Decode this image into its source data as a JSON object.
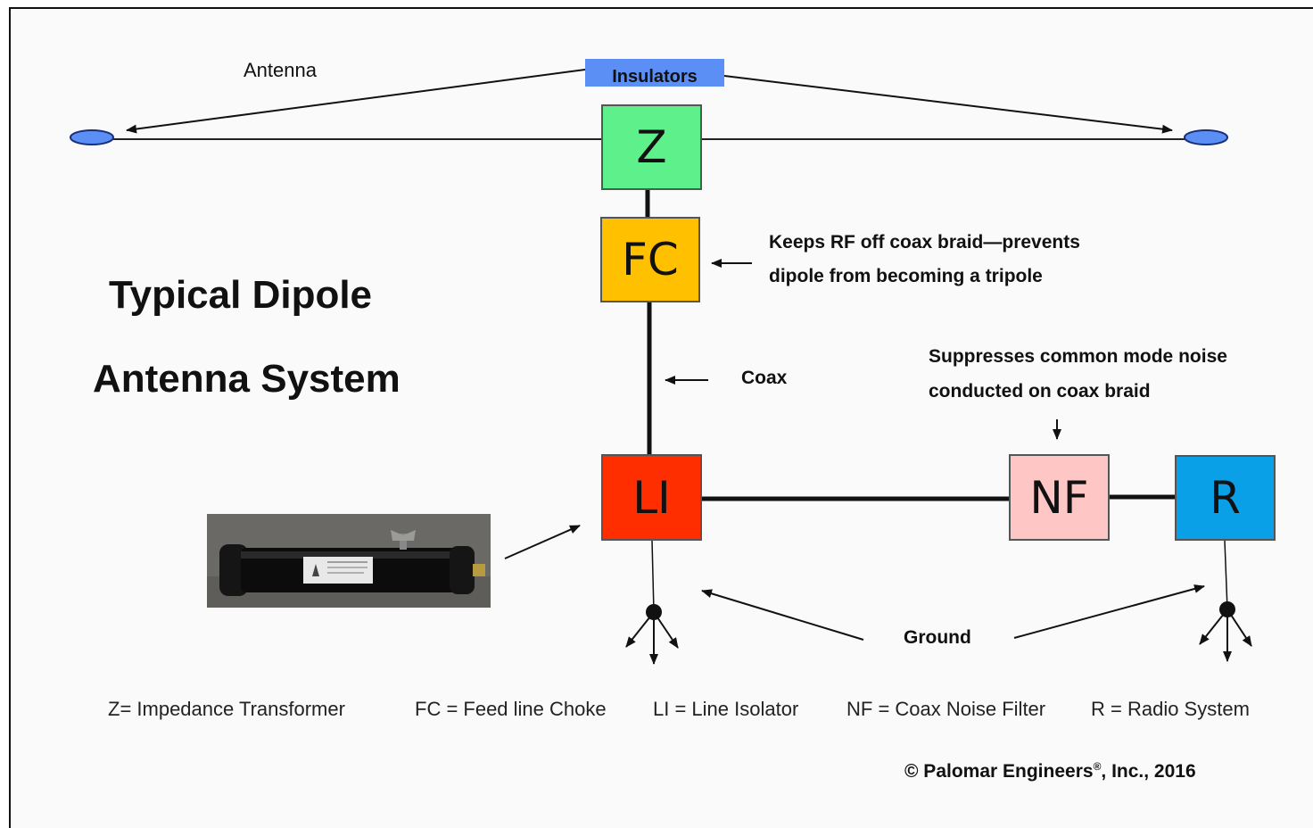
{
  "title": {
    "line1": "Typical Dipole",
    "line2": "Antenna System"
  },
  "labels": {
    "antenna": "Antenna",
    "insulators": "Insulators",
    "coax": "Coax",
    "ground": "Ground",
    "fc_note_line1": "Keeps RF off coax braid—prevents",
    "fc_note_line2": "dipole from becoming a tripole",
    "nf_note_line1": "Suppresses common mode noise",
    "nf_note_line2": "conducted on coax braid"
  },
  "boxes": {
    "z": {
      "label": "Z",
      "color": "#5ef08a"
    },
    "fc": {
      "label": "FC",
      "color": "#ffc000"
    },
    "li": {
      "label": "LI",
      "color": "#ff2e00"
    },
    "nf": {
      "label": "NF",
      "color": "#ffc6c6"
    },
    "r": {
      "label": "R",
      "color": "#0aa0e8"
    }
  },
  "legend": {
    "z": "Z= Impedance Transformer",
    "fc": "FC = Feed line Choke",
    "li": "LI = Line Isolator",
    "nf": "NF = Coax Noise Filter",
    "r": "R = Radio System"
  },
  "copyright": {
    "prefix": "© Palomar Engineers",
    "reg": "®",
    "suffix": ", Inc., 2016"
  },
  "colors": {
    "insulator_fill": "#5b8ff5",
    "line": "#111111"
  }
}
